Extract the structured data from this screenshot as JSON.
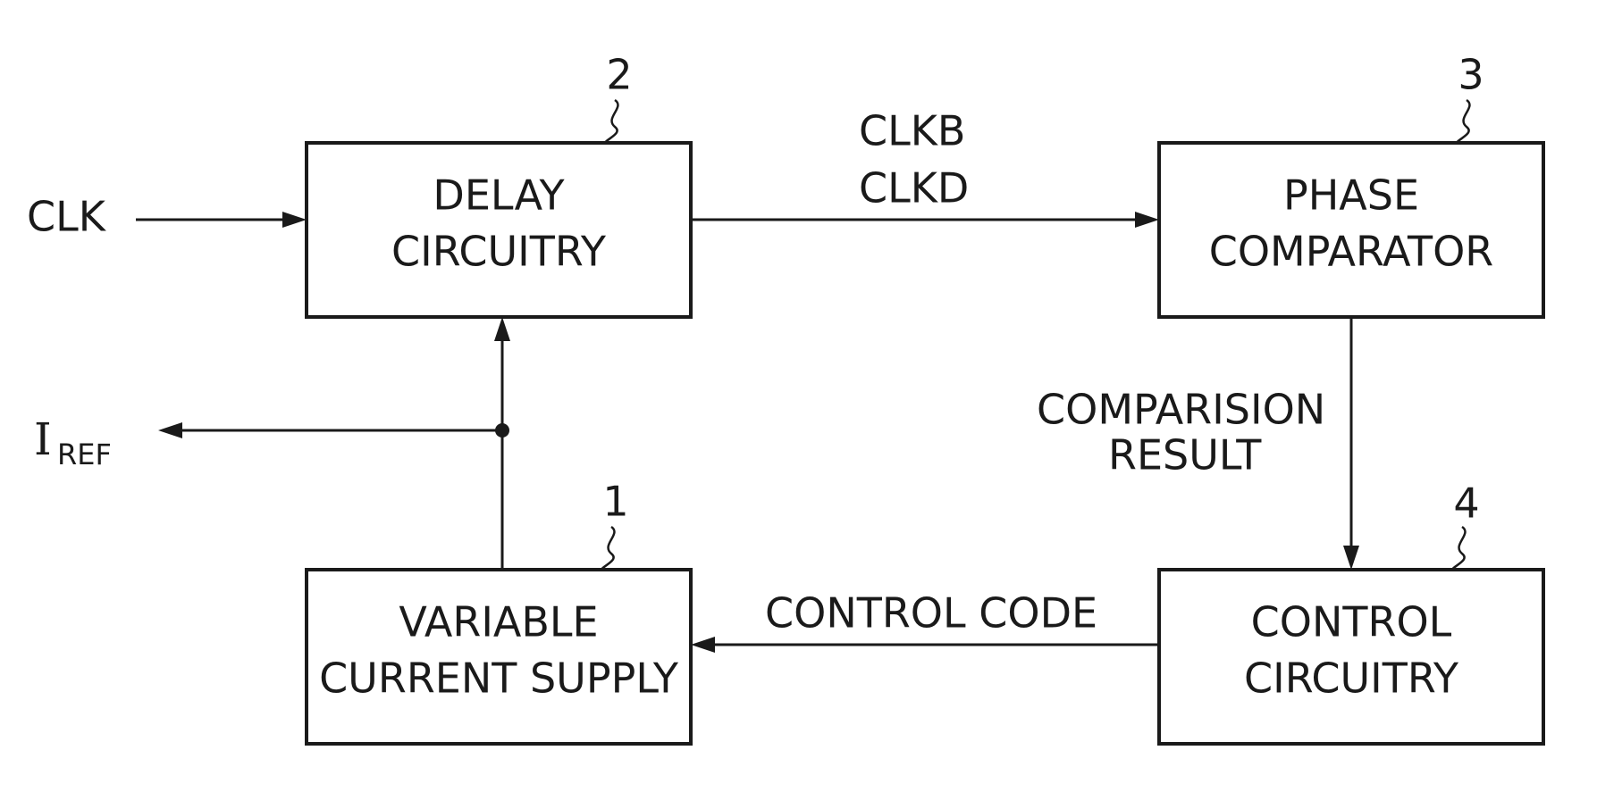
{
  "blocks": {
    "delay": {
      "ref": "2",
      "lines": [
        "DELAY",
        "CIRCUITRY"
      ]
    },
    "phase": {
      "ref": "3",
      "lines": [
        "PHASE",
        "COMPARATOR"
      ]
    },
    "control": {
      "ref": "4",
      "lines": [
        "CONTROL",
        "CIRCUITRY"
      ]
    },
    "supply": {
      "ref": "1",
      "lines": [
        "VARIABLE",
        "CURRENT SUPPLY"
      ]
    }
  },
  "signals": {
    "clk": "CLK",
    "clkb": "CLKB",
    "clkd": "CLKD",
    "comparison": [
      "COMPARISION",
      "RESULT"
    ],
    "control_code": "CONTROL CODE",
    "iref_main": "I",
    "iref_sub": "REF"
  }
}
